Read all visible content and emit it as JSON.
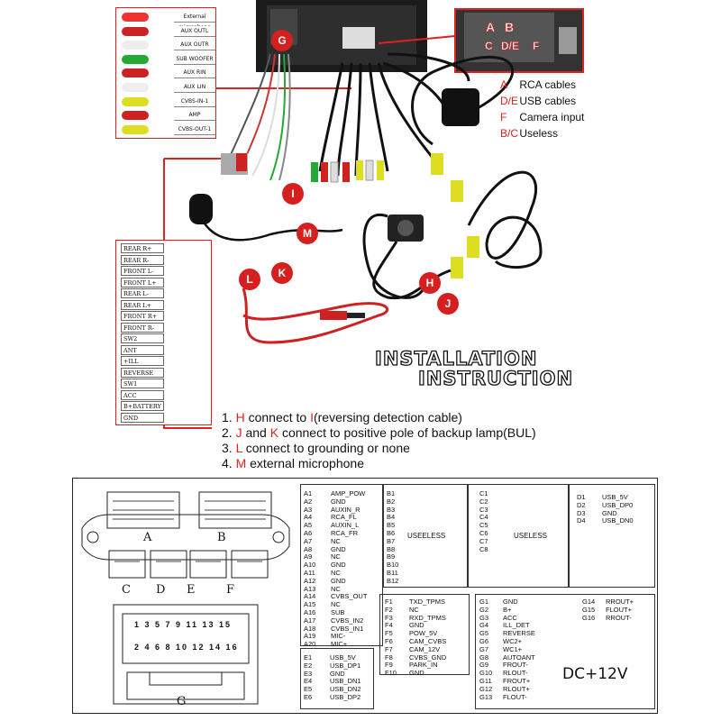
{
  "top_labels": [
    "External microphone",
    "AUX OUTL",
    "AUX OUTR",
    "SUB WOOFER",
    "AUX RIN",
    "AUX LIN",
    "CVBS-IN-1",
    "AMP",
    "CVBS-OUT-1"
  ],
  "top_plug_colors": [
    "#e33",
    "#c22",
    "#eee",
    "#2a3",
    "#c22",
    "#eee",
    "#dd2",
    "#c22",
    "#dd2"
  ],
  "wire_list": [
    "REAR R+",
    "REAR R-",
    "FRONT L-",
    "FRONT L+",
    "REAR L-",
    "REAR L+",
    "FRONT R+",
    "FRONT R-",
    "SW2",
    "ANT",
    "+ILL",
    "REVERSE",
    "SW1",
    "ACC",
    "B+BATTERY",
    "GND"
  ],
  "connector_letters": [
    "A",
    "D/E",
    "F",
    "B",
    "C"
  ],
  "callouts": [
    "G",
    "I",
    "M",
    "L",
    "K",
    "H",
    "J"
  ],
  "legend": [
    {
      "key": "A",
      "text": "RCA cables"
    },
    {
      "key": "D/E",
      "text": "USB cables"
    },
    {
      "key": "F",
      "text": "Camera input"
    },
    {
      "key": "B/C",
      "text": "Useless"
    }
  ],
  "title_line1": "INSTALLATION",
  "title_line2": "INSTRUCTION",
  "notes": [
    {
      "num": "1.",
      "key": "H",
      "text": " connect to ",
      "key2": "I",
      "text2": "(reversing detection cable)"
    },
    {
      "num": "2.",
      "key": "J",
      "text": " and ",
      "key2": "K",
      "text2": " connect to positive pole of backup lamp(BUL)"
    },
    {
      "num": "3.",
      "key": "L",
      "text": " connect to grounding or none",
      "key2": "",
      "text2": ""
    },
    {
      "num": "4.",
      "key": "M",
      "text": " external microphone",
      "key2": "",
      "text2": ""
    }
  ],
  "connector_diagram": {
    "top_labels": [
      "A",
      "B"
    ],
    "bottom_labels": [
      "C",
      "D",
      "E",
      "F"
    ],
    "g_label": "G",
    "g_pins_top": "1 3 5 7 9 11 13 15",
    "g_pins_bottom": "2 4 6 8 10 12 14 16"
  },
  "pin_A_ids": [
    "A1",
    "A2",
    "A3",
    "A4",
    "A5",
    "A6",
    "A7",
    "A8",
    "A9",
    "A10",
    "A11",
    "A12",
    "A13",
    "A14",
    "A15",
    "A16",
    "A17",
    "A18",
    "A19",
    "A20"
  ],
  "pin_A_names": [
    "AMP_POW",
    "GND",
    "AUXIN_R",
    "RCA_FL",
    "AUXIN_L",
    "RCA_FR",
    "NC",
    "GND",
    "NC",
    "GND",
    "NC",
    "GND",
    "NC",
    "CVBS_OUT",
    "NC",
    "SUB",
    "CVBS_IN2",
    "CVBS_IN1",
    "MIC-",
    "MIC+"
  ],
  "pin_B_ids": [
    "B1",
    "B2",
    "B3",
    "B4",
    "B5",
    "B6",
    "B7",
    "B8",
    "B9",
    "B10",
    "B11",
    "B12"
  ],
  "pin_B_label": "USEELESS",
  "pin_C_ids": [
    "C1",
    "C2",
    "C3",
    "C4",
    "C5",
    "C6",
    "C7",
    "C8"
  ],
  "pin_C_label": "USELESS",
  "pin_D_ids": [
    "D1",
    "D2",
    "D3",
    "D4"
  ],
  "pin_D_names": [
    "USB_5V",
    "USB_DP0",
    "GND",
    "USB_DN0"
  ],
  "pin_E_ids": [
    "E1",
    "E2",
    "E3",
    "E4",
    "E5",
    "E6"
  ],
  "pin_E_names": [
    "USB_5V",
    "USB_DP1",
    "GND",
    "USB_DN1",
    "USB_DN2",
    "USB_DP2"
  ],
  "pin_F_ids": [
    "F1",
    "F2",
    "F3",
    "F4",
    "F5",
    "F6",
    "F7",
    "F8",
    "F9",
    "F10"
  ],
  "pin_F_names": [
    "TXD_TPMS",
    "NC",
    "RXD_TPMS",
    "GND",
    "POW_5V",
    "CAM_CVBS",
    "CAM_12V",
    "CVBS_GND",
    "PARK_IN",
    "GND"
  ],
  "pin_G_ids": [
    "G1",
    "G2",
    "G3",
    "G4",
    "G5",
    "G6",
    "G7",
    "G8",
    "G9",
    "G10",
    "G11",
    "G12",
    "G13"
  ],
  "pin_G_names": [
    "GND",
    "B+",
    "ACC",
    "ILL_DET",
    "REVERSE",
    "WC2+",
    "WC1+",
    "AUTOANT",
    "FROUT-",
    "RLOUT-",
    "FROUT+",
    "RLOUT+",
    "FLOUT-"
  ],
  "pin_G2_ids": [
    "G14",
    "G15",
    "G16"
  ],
  "pin_G2_names": [
    "RROUT+",
    "FLOUT+",
    "RROUT-"
  ],
  "dc_label": "DC+12V"
}
